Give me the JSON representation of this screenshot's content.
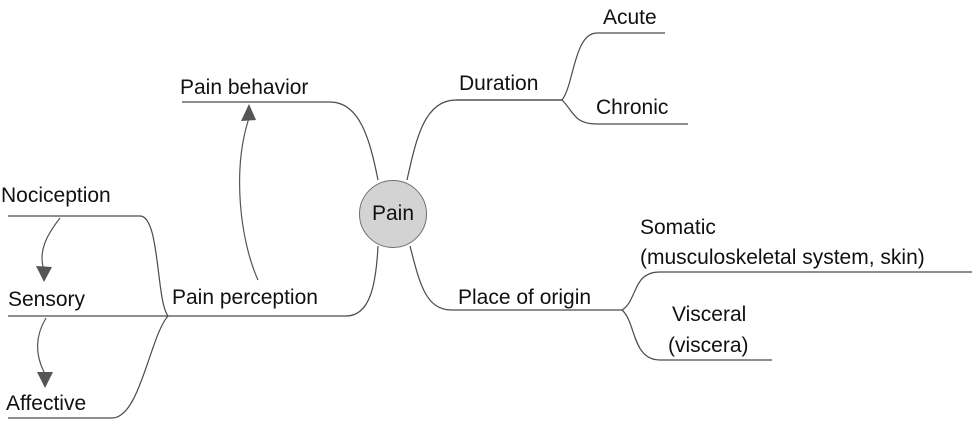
{
  "diagram": {
    "center": "Pain",
    "branches": {
      "duration": "Duration",
      "acute": "Acute",
      "chronic": "Chronic",
      "place_of_origin": "Place of origin",
      "somatic": "Somatic",
      "somatic_detail": "(musculoskeletal system, skin)",
      "visceral": "Visceral",
      "visceral_detail": "(viscera)",
      "pain_behavior": "Pain behavior",
      "pain_perception": "Pain perception",
      "nociception": "Nociception",
      "sensory": "Sensory",
      "affective": "Affective"
    }
  },
  "colors": {
    "line": "#4a4a4a",
    "arrow": "#555555",
    "center_fill": "#d3d3d3",
    "text": "#111111"
  }
}
